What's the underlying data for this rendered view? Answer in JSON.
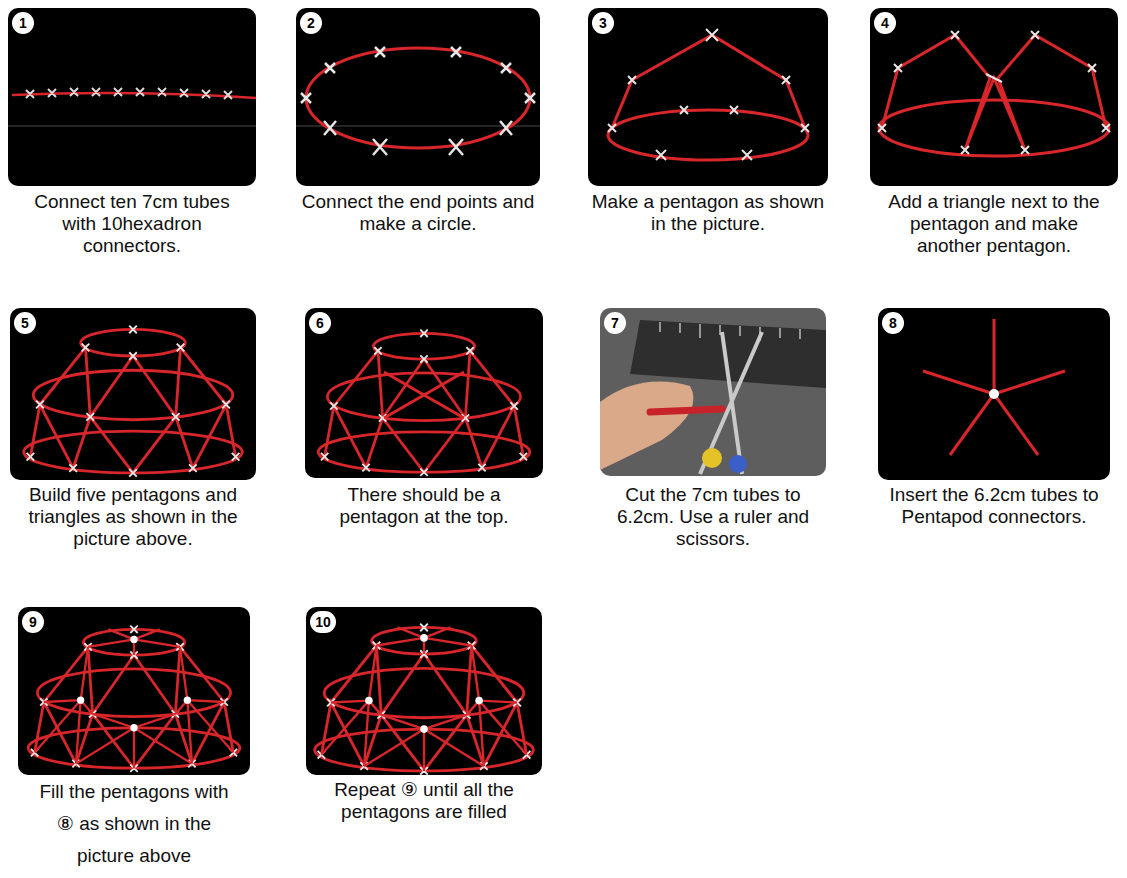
{
  "diagram": {
    "nodes": [
      {
        "text": [
          "1"
        ]
      },
      {
        "text": [
          "2"
        ]
      },
      {
        "text": [
          "3"
        ]
      },
      {
        "text": [
          "4"
        ]
      },
      {
        "text": [
          "5"
        ]
      },
      {
        "text": [
          "6"
        ]
      },
      {
        "text": [
          "7"
        ]
      },
      {
        "text": [
          "8"
        ]
      },
      {
        "text": [
          "9"
        ]
      },
      {
        "text": [
          "10"
        ]
      }
    ],
    "labels": [
      "Connect ten 7cm tubes with 10hexadron connectors.",
      "Connect the end points and make a circle.",
      "Make a pentagon as shown in the picture.",
      "Add a triangle next to the pentagon and make another pentagon.",
      "Build five pentagons and triangles as shown in the picture above.",
      "There should be a pentagon at the top.",
      "Cut the 7cm tubes to 6.2cm. Use a ruler and scissors.",
      "Insert the 6.2cm tubes to Pentapod connectors.",
      "Fill the pentagons with ⑧ as shown in the picture above",
      "Repeat ⑨ until all the pentagons are filled"
    ]
  }
}
